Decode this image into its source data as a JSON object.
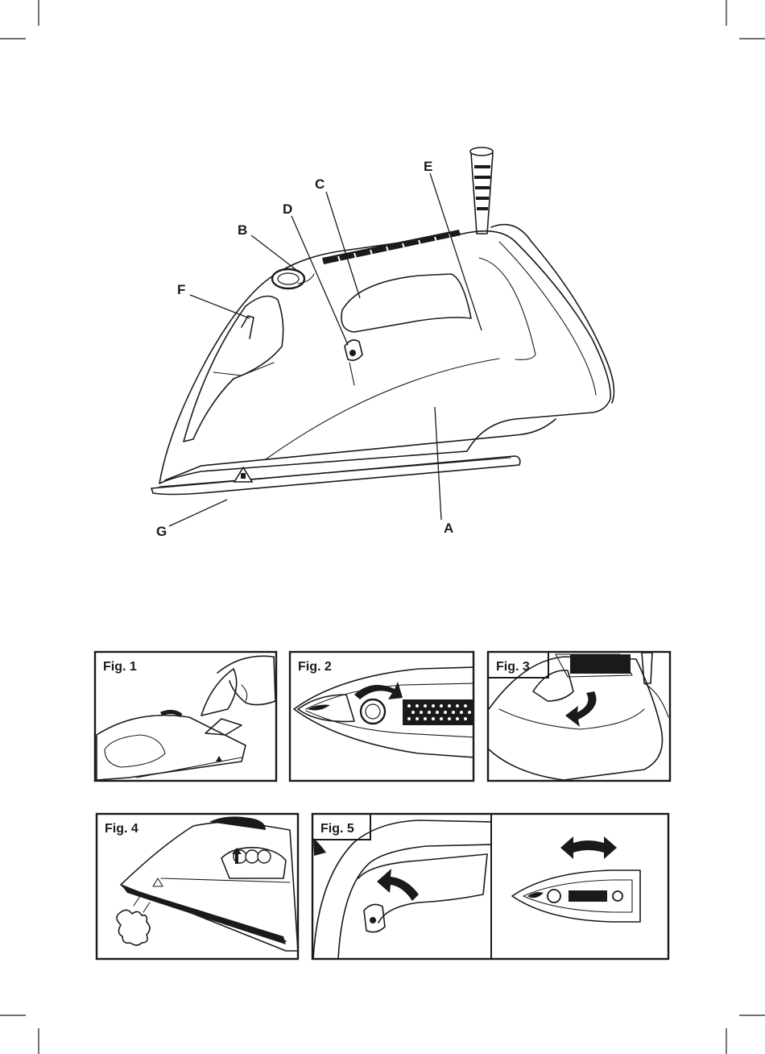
{
  "parts": {
    "A": "A",
    "B": "B",
    "C": "C",
    "D": "D",
    "E": "E",
    "F": "F",
    "G": "G"
  },
  "figures": {
    "fig1": "Fig. 1",
    "fig2": "Fig. 2",
    "fig3": "Fig. 3",
    "fig4": "Fig. 4",
    "fig5": "Fig. 5"
  }
}
